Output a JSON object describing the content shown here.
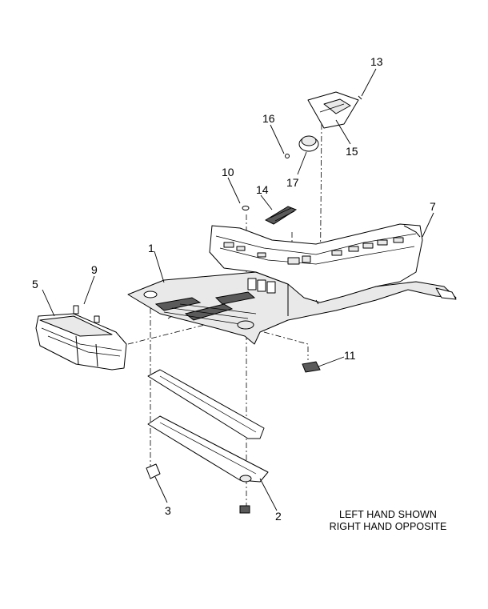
{
  "callouts": {
    "c1": "1",
    "c2": "2",
    "c3": "3",
    "c5": "5",
    "c7": "7",
    "c9": "9",
    "c10": "10",
    "c11": "11",
    "c13": "13",
    "c14": "14",
    "c15": "15",
    "c16": "16",
    "c17": "17"
  },
  "note": {
    "line1": "LEFT HAND SHOWN",
    "line2": "RIGHT HAND OPPOSITE"
  }
}
